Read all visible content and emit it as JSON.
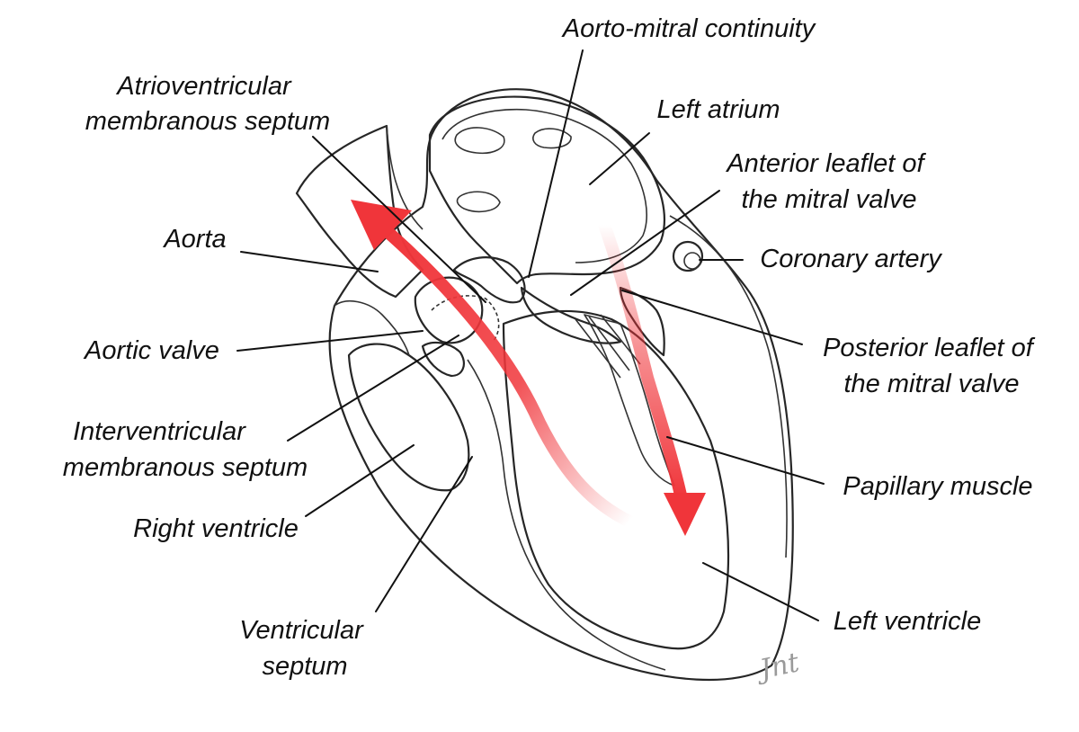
{
  "labels": {
    "aorto_mitral_continuity": "Aorto-mitral continuity",
    "av_membranous_septum": [
      "Atrioventricular",
      "membranous septum"
    ],
    "left_atrium": "Left atrium",
    "anterior_leaflet": [
      "Anterior leaflet of",
      "the mitral valve"
    ],
    "aorta": "Aorta",
    "coronary_artery": "Coronary artery",
    "aortic_valve": "Aortic valve",
    "posterior_leaflet": [
      "Posterior leaflet of",
      "the mitral valve"
    ],
    "iv_membranous_septum": [
      "Interventricular",
      "membranous septum"
    ],
    "papillary_muscle": "Papillary muscle",
    "right_ventricle": "Right ventricle",
    "left_ventricle": "Left ventricle",
    "ventricular_septum": [
      "Ventricular",
      "septum"
    ]
  },
  "signature": "Jnt",
  "colors": {
    "flow_arrow": "#f0353a",
    "outline": "#262626",
    "tissue_fill": "#e4e4e4",
    "chamber_fill": "#f3f3f3"
  }
}
